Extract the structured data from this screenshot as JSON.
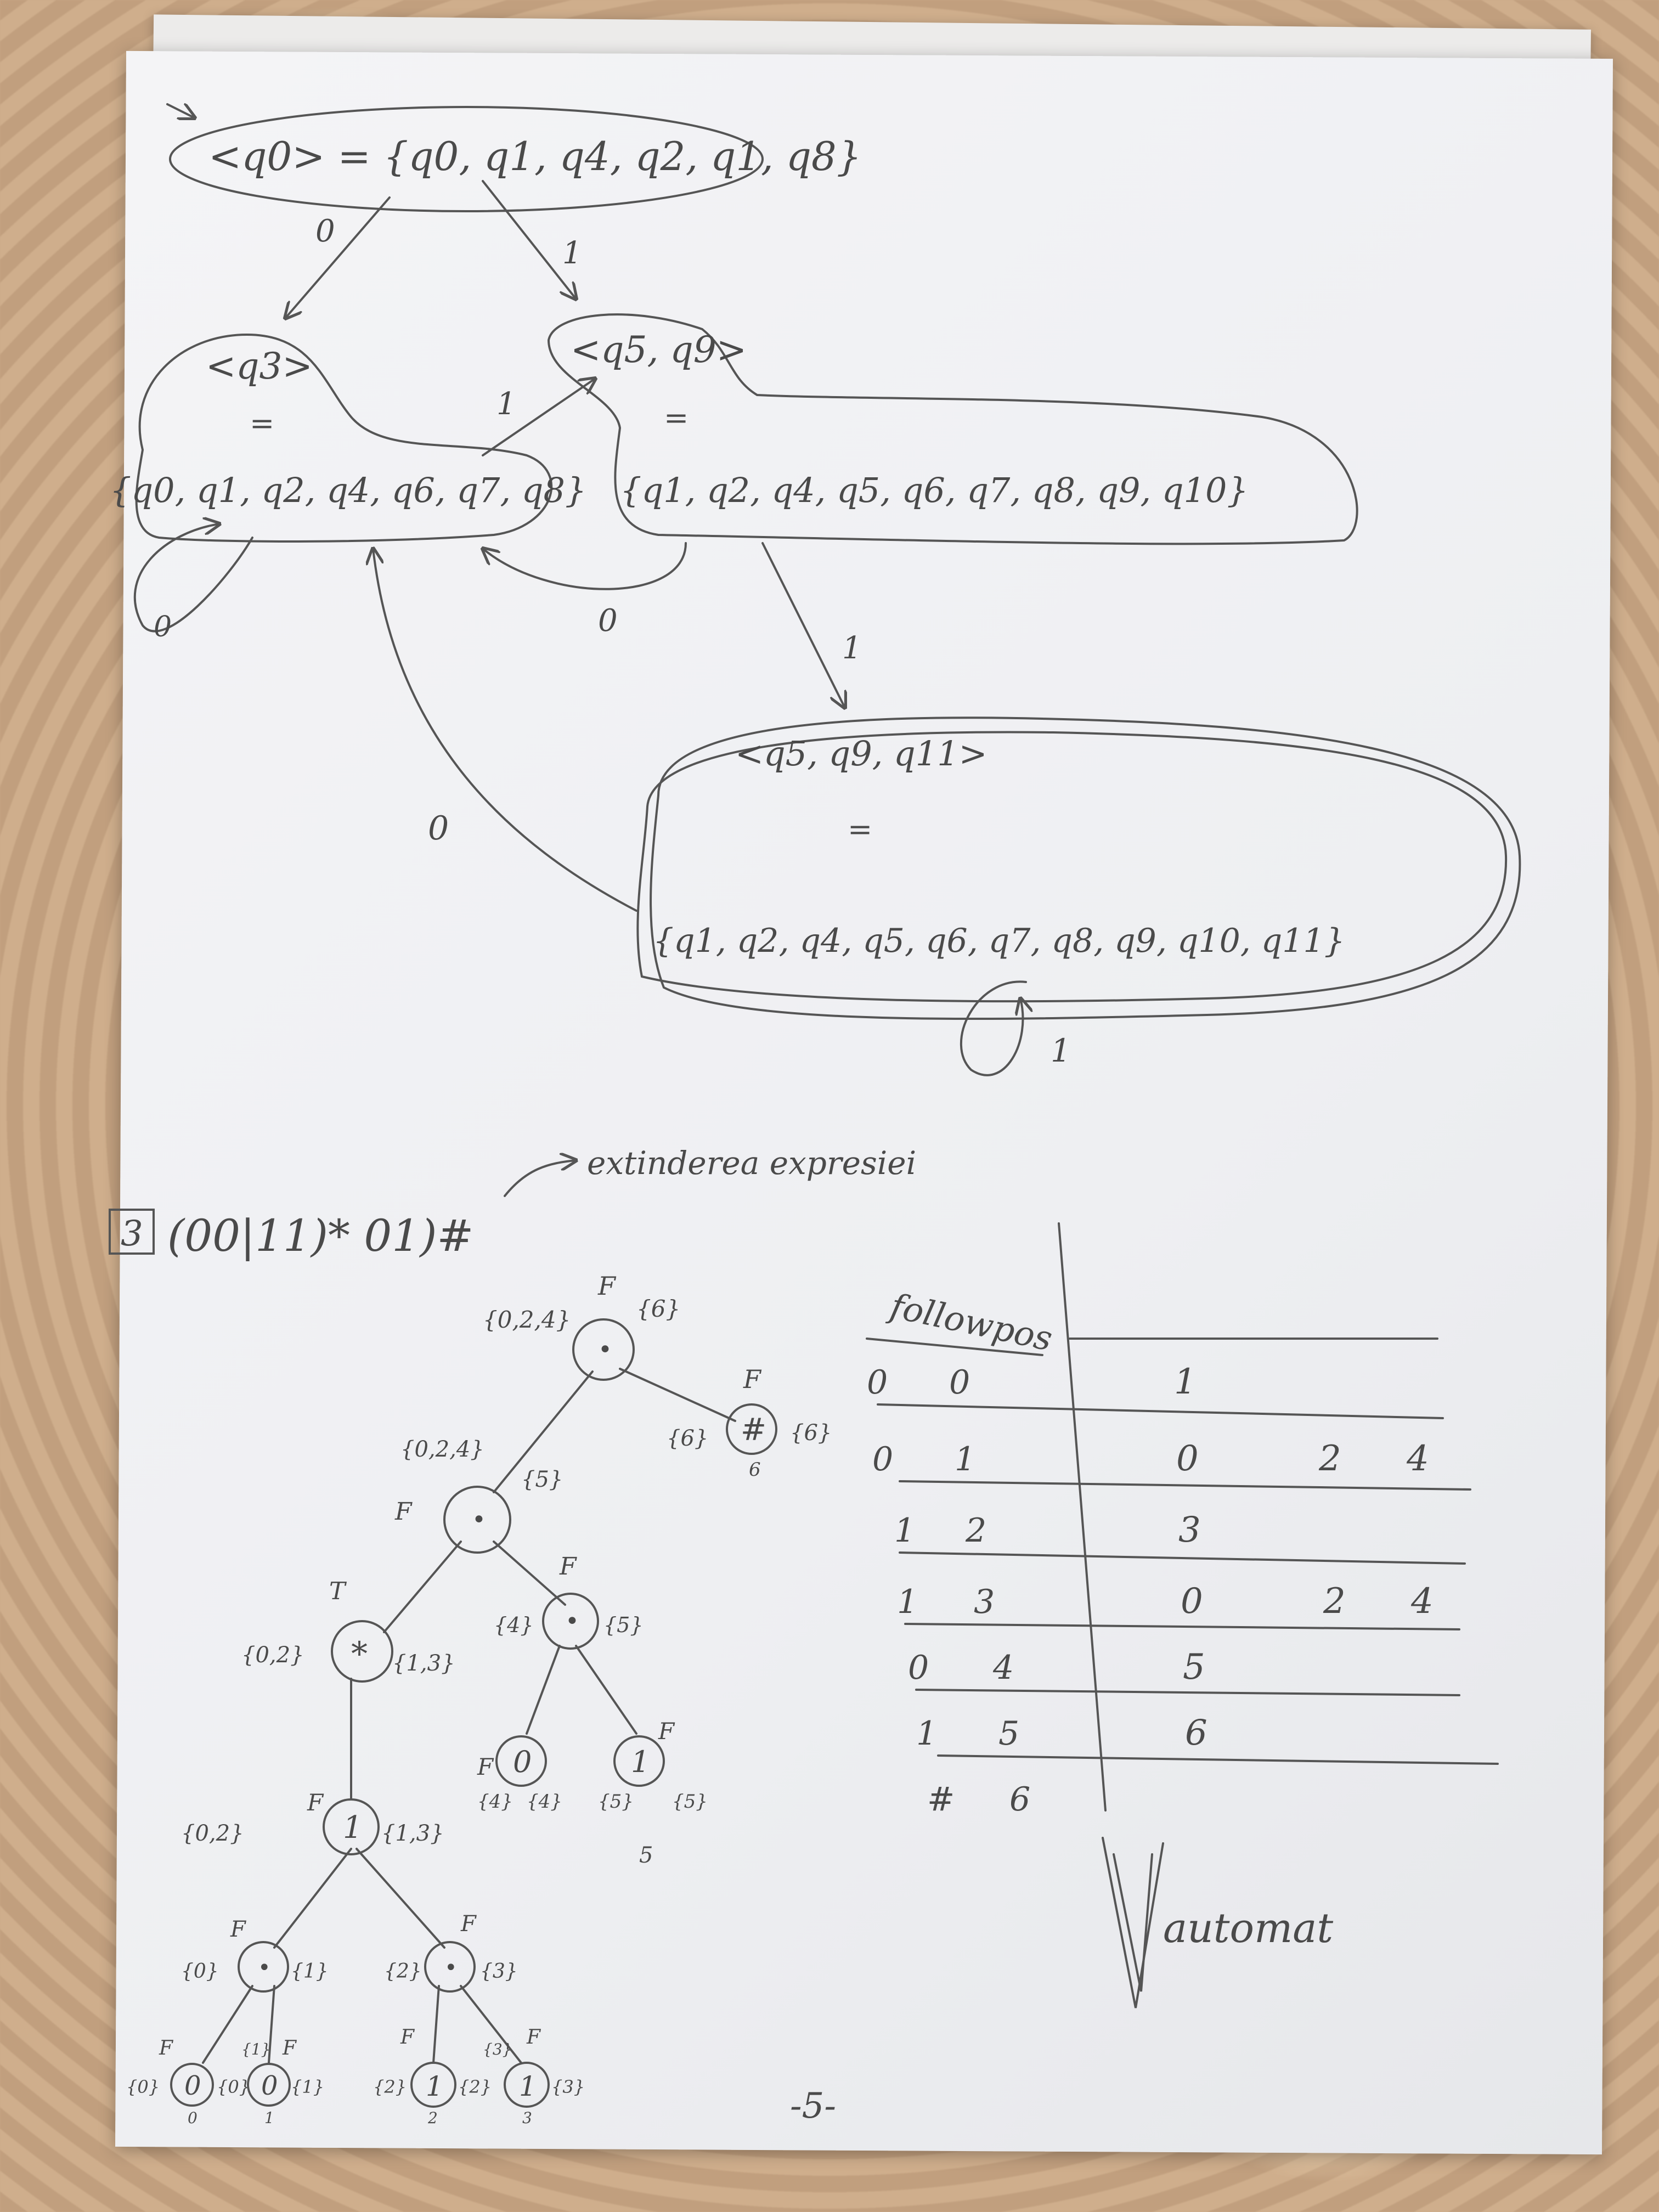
{
  "dfa": {
    "start_state": "<q0> = {q0, q1, q4, q2, q1, q8}",
    "state_q3_label": "<q3>",
    "state_q3_eq": "=",
    "state_q3_set": "{q0, q1, q2, q4, q6, q7, q8}",
    "state_q5q9_label": "<q5, q9>",
    "state_q5q9_eq": "=",
    "state_q5q9_set": "{q1, q2, q4, q5, q6, q7, q8, q9, q10}",
    "state_q5q9q11_label": "<q5, q9, q11>",
    "state_q5q9q11_eq": "=",
    "state_q5q9q11_set": "{q1, q2, q4, q5, q6, q7, q8, q9, q10, q11}",
    "t_q0_to_q3": "0",
    "t_q0_to_q5q9": "1",
    "t_q3_to_q5q9": "1",
    "t_q3_self": "0",
    "t_q5q9_to_q3": "0",
    "t_q5q9_to_q5q9q11": "1",
    "t_q5q9q11_to_q3": "0",
    "t_q5q9q11_self": "1"
  },
  "problem": {
    "number": "3",
    "expression": "(00|11)* 01)#",
    "note": "extinderea expresiei"
  },
  "tree": {
    "root": {
      "symbol": "•",
      "nullable": "F",
      "firstpos": "{0,2,4}",
      "lastpos": "{6}"
    },
    "hash": {
      "symbol": "#",
      "nullable": "F",
      "firstpos": "{6}",
      "lastpos": "{6}",
      "pos": "6"
    },
    "cat2": {
      "symbol": "•",
      "nullable": "F",
      "firstpos": "{0,2,4}",
      "lastpos": "{5}"
    },
    "star": {
      "symbol": "*",
      "nullable": "T",
      "firstpos": "{0,2}",
      "lastpos": "{1,3}"
    },
    "cat01": {
      "symbol": "•",
      "nullable": "F",
      "firstpos": "{4}",
      "lastpos": "{5}"
    },
    "leaf0": {
      "symbol": "0",
      "nullable": "F",
      "firstpos": "{4}",
      "lastpos": "{4}"
    },
    "leaf1": {
      "symbol": "1",
      "nullable": "F",
      "firstpos": "{5}",
      "lastpos": "{5}",
      "pos": "5"
    },
    "alt": {
      "symbol": "1",
      "nullable": "F",
      "firstpos": "{0,2}",
      "lastpos": "{1,3}"
    },
    "cat00": {
      "symbol": "•",
      "nullable": "F",
      "firstpos": "{0}",
      "lastpos": "{1}"
    },
    "cat11": {
      "symbol": "•",
      "nullable": "F",
      "firstpos": "{2}",
      "lastpos": "{3}"
    },
    "l0a": {
      "symbol": "0",
      "nullable": "F",
      "firstpos": "{0}",
      "lastpos": "{0}",
      "pos": "0"
    },
    "l0b": {
      "symbol": "0",
      "nullable": "F",
      "firstpos": "{1}",
      "lastpos": "{1}",
      "pos": "1"
    },
    "l1a": {
      "symbol": "1",
      "nullable": "F",
      "firstpos": "{2}",
      "lastpos": "{2}",
      "pos": "2"
    },
    "l1b": {
      "symbol": "1",
      "nullable": "F",
      "firstpos": "{3}",
      "lastpos": "{3}",
      "pos": "3"
    }
  },
  "followpos": {
    "header": "followpos",
    "rows": [
      {
        "sym": "0",
        "pos": "0",
        "follow": [
          "1"
        ]
      },
      {
        "sym": "0",
        "pos": "1",
        "follow": [
          "0",
          "2",
          "4"
        ]
      },
      {
        "sym": "1",
        "pos": "2",
        "follow": [
          "3"
        ]
      },
      {
        "sym": "1",
        "pos": "3",
        "follow": [
          "0",
          "2",
          "4"
        ]
      },
      {
        "sym": "0",
        "pos": "4",
        "follow": [
          "5"
        ]
      },
      {
        "sym": "1",
        "pos": "5",
        "follow": [
          "6"
        ]
      },
      {
        "sym": "#",
        "pos": "6",
        "follow": []
      }
    ]
  },
  "automat": "automat",
  "page_number": "-5-"
}
